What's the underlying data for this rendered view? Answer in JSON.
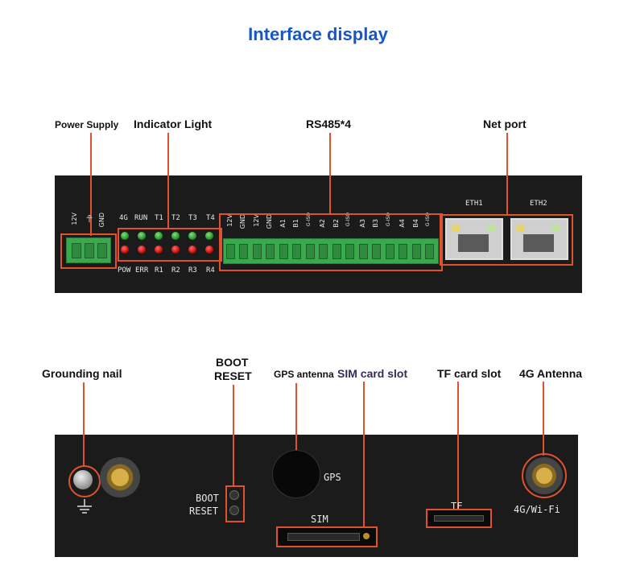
{
  "title": "Interface display",
  "top_panel": {
    "callouts": {
      "power": "Power Supply",
      "indicator": "Indicator Light",
      "rs485": "RS485*4",
      "net": "Net port"
    },
    "power_pins": [
      "12V",
      "⏚",
      "GND"
    ],
    "led_top_labels": [
      "4G",
      "RUN",
      "T1",
      "T2",
      "T3",
      "T4"
    ],
    "led_bottom_labels": [
      "POW",
      "ERR",
      "R1",
      "R2",
      "R3",
      "R4"
    ],
    "rs485_pins": [
      "12V",
      "GND",
      "12V",
      "GND",
      "A1",
      "B1",
      "G-ISO",
      "A2",
      "B2",
      "G-ISO",
      "A3",
      "B3",
      "G-ISO",
      "A4",
      "B4",
      "G-ISO"
    ],
    "eth_labels": [
      "ETH1",
      "ETH2"
    ]
  },
  "bottom_panel": {
    "callouts": {
      "grounding": "Grounding nail",
      "boot_reset": [
        "BOOT",
        "RESET"
      ],
      "gps": "GPS antenna",
      "sim": "SIM card slot",
      "tf": "TF card slot",
      "antenna": "4G Antenna"
    },
    "gps_label": "GPS",
    "sim_label": "SIM",
    "tf_label": "TF",
    "boot_label": "BOOT",
    "reset_label": "RESET",
    "antenna_label": "4G/Wi-Fi"
  }
}
